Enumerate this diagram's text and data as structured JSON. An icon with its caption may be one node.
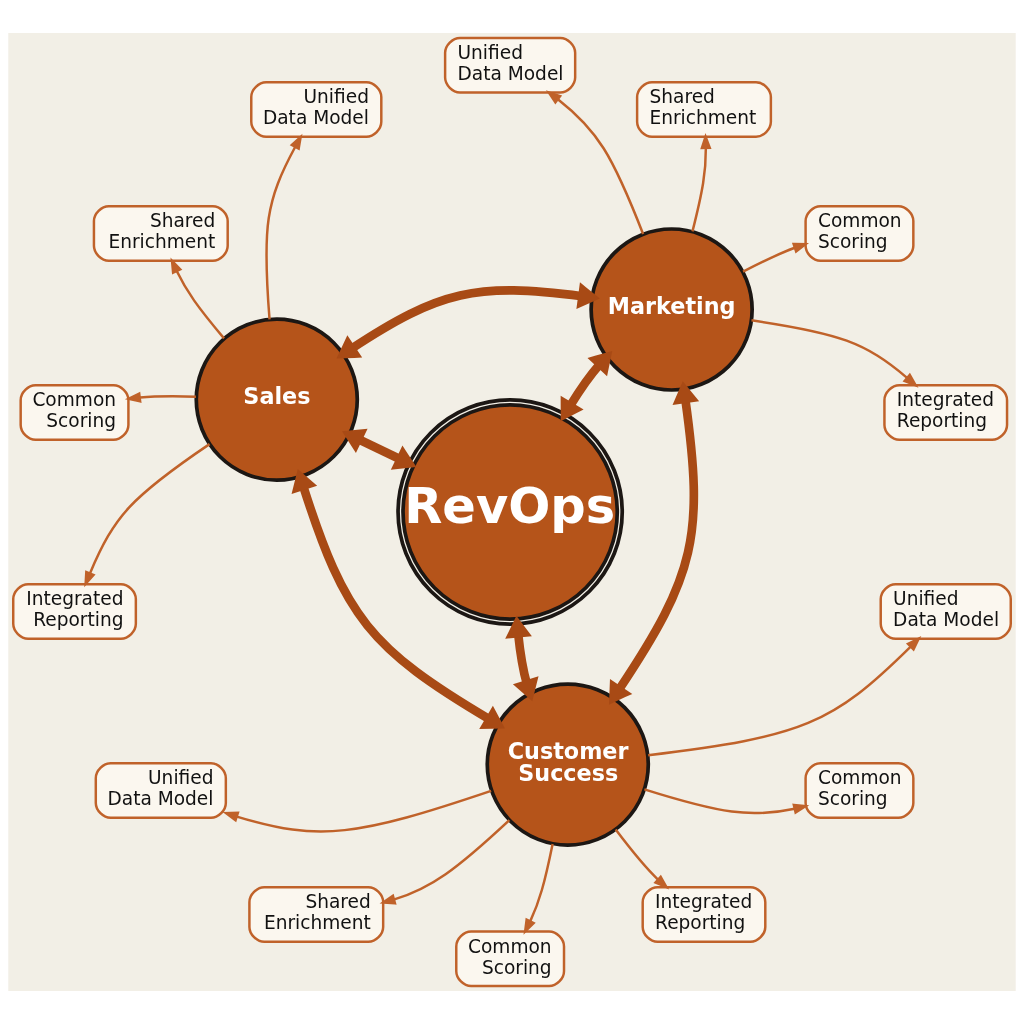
{
  "diagram": {
    "nodes": [
      {
        "text": [
          "RevOps"
        ]
      },
      {
        "text": [
          "Sales"
        ]
      },
      {
        "text": [
          "Marketing"
        ]
      },
      {
        "text": [
          "Customer Success"
        ]
      },
      {
        "text": [
          "Unified Data Model"
        ]
      },
      {
        "text": [
          "Shared Enrichment"
        ]
      },
      {
        "text": [
          "Common Scoring"
        ]
      },
      {
        "text": [
          "Integrated Reporting"
        ]
      },
      {
        "text": [
          "Unified Data Model"
        ]
      },
      {
        "text": [
          "Shared Enrichment"
        ]
      },
      {
        "text": [
          "Common Scoring"
        ]
      },
      {
        "text": [
          "Integrated Reporting"
        ]
      },
      {
        "text": [
          "Unified Data Model"
        ]
      },
      {
        "text": [
          "Shared Enrichment"
        ]
      },
      {
        "text": [
          "Common Scoring"
        ]
      },
      {
        "text": [
          "Unified Data Model"
        ]
      },
      {
        "text": [
          "Common Scoring"
        ]
      },
      {
        "text": [
          "Integrated Reporting"
        ]
      }
    ],
    "edges": [
      {
        "from": 1,
        "to": 2,
        "arrow": "both",
        "style": "thick"
      },
      {
        "from": 1,
        "to": 0,
        "arrow": "both",
        "style": "thick"
      },
      {
        "from": 0,
        "to": 2,
        "arrow": "both",
        "style": "thick"
      },
      {
        "from": 3,
        "to": 0,
        "arrow": "both",
        "style": "thick"
      },
      {
        "from": 1,
        "to": 3,
        "arrow": "both",
        "style": "thick"
      },
      {
        "from": 2,
        "to": 3,
        "arrow": "both",
        "style": "thick"
      },
      {
        "from": 1,
        "to": 4,
        "arrow": "to"
      },
      {
        "from": 1,
        "to": 5,
        "arrow": "to"
      },
      {
        "from": 1,
        "to": 6,
        "arrow": "to"
      },
      {
        "from": 1,
        "to": 7,
        "arrow": "to"
      },
      {
        "from": 2,
        "to": 8,
        "arrow": "to"
      },
      {
        "from": 2,
        "to": 9,
        "arrow": "to"
      },
      {
        "from": 2,
        "to": 10,
        "arrow": "to"
      },
      {
        "from": 2,
        "to": 11,
        "arrow": "to"
      },
      {
        "from": 3,
        "to": 12,
        "arrow": "to"
      },
      {
        "from": 3,
        "to": 13,
        "arrow": "to"
      },
      {
        "from": 3,
        "to": 14,
        "arrow": "to"
      },
      {
        "from": 3,
        "to": 15,
        "arrow": "to"
      },
      {
        "from": 3,
        "to": 16,
        "arrow": "to"
      },
      {
        "from": 3,
        "to": 17,
        "arrow": "to"
      }
    ]
  }
}
